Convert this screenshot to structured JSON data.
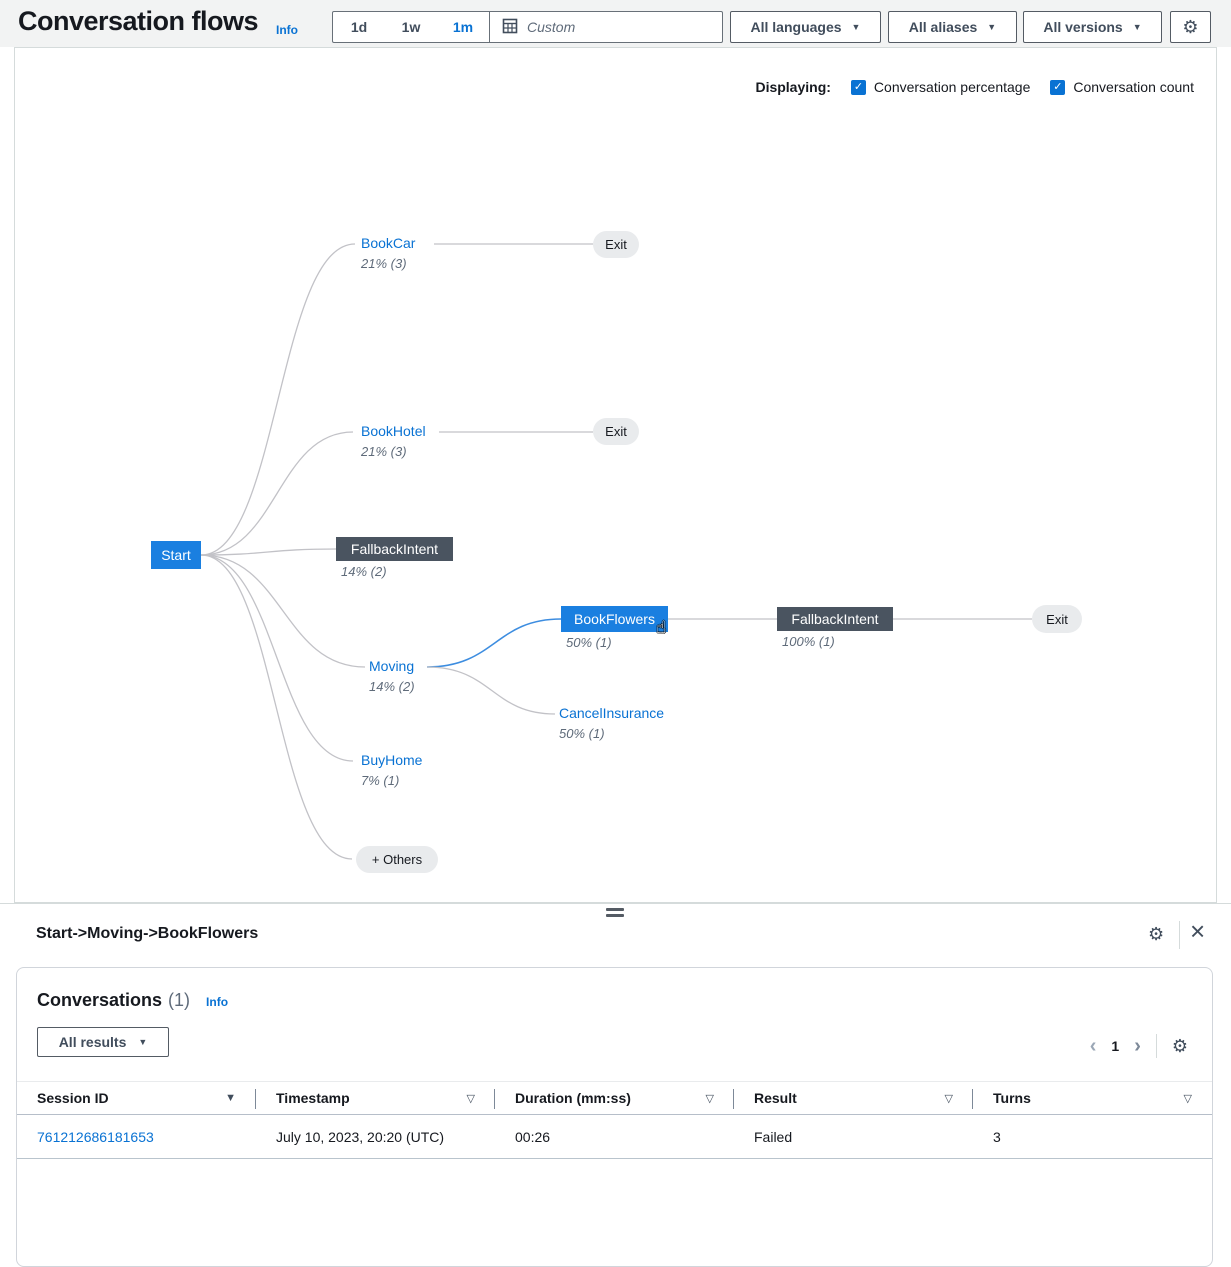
{
  "header": {
    "title": "Conversation flows",
    "info": "Info",
    "time_options": [
      "1d",
      "1w",
      "1m"
    ],
    "selected_time": "1m",
    "custom_placeholder": "Custom",
    "filter_buttons": [
      "All languages",
      "All aliases",
      "All versions"
    ]
  },
  "display_options": {
    "label": "Displaying:",
    "options": [
      {
        "label": "Conversation percentage",
        "checked": true
      },
      {
        "label": "Conversation count",
        "checked": true
      }
    ]
  },
  "flow": {
    "nodes": {
      "start": {
        "label": "Start"
      },
      "bookcar": {
        "label": "BookCar",
        "stat": "21% (3)"
      },
      "exit1": {
        "label": "Exit"
      },
      "bookhotel": {
        "label": "BookHotel",
        "stat": "21% (3)"
      },
      "exit2": {
        "label": "Exit"
      },
      "fallback1": {
        "label": "FallbackIntent",
        "stat": "14% (2)"
      },
      "moving": {
        "label": "Moving",
        "stat": "14% (2)"
      },
      "bookflowers": {
        "label": "BookFlowers",
        "stat": "50% (1)"
      },
      "fallback2": {
        "label": "FallbackIntent",
        "stat": "100% (1)"
      },
      "exit3": {
        "label": "Exit"
      },
      "cancelinsurance": {
        "label": "CancelInsurance",
        "stat": "50% (1)"
      },
      "buyhome": {
        "label": "BuyHome",
        "stat": "7% (1)"
      },
      "others": {
        "label": "+ Others"
      }
    }
  },
  "detail_panel": {
    "title": "Start->Moving->BookFlowers"
  },
  "conversations": {
    "title": "Conversations",
    "count": "(1)",
    "info": "Info",
    "results_filter": "All results",
    "page": "1",
    "columns": [
      "Session ID",
      "Timestamp",
      "Duration (mm:ss)",
      "Result",
      "Turns"
    ],
    "rows": [
      {
        "session_id": "761212686181653",
        "timestamp": "July 10, 2023, 20:20 (UTC)",
        "duration": "00:26",
        "result": "Failed",
        "turns": "3"
      }
    ]
  },
  "icons": {
    "gear": "⚙",
    "close": "×",
    "caret_down": "▼",
    "sort_desc": "▼",
    "sort_none": "▽",
    "check": "✓",
    "pointer": "☝",
    "prev": "‹",
    "next": "›"
  },
  "colors": {
    "accent_blue": "#0972d3",
    "node_blue": "#1a7fe0",
    "node_dark": "#4a5460",
    "edge_gray": "#c2c2c7",
    "edge_highlight": "#3d8de0",
    "topbar_bg": "#f2f3f3"
  }
}
